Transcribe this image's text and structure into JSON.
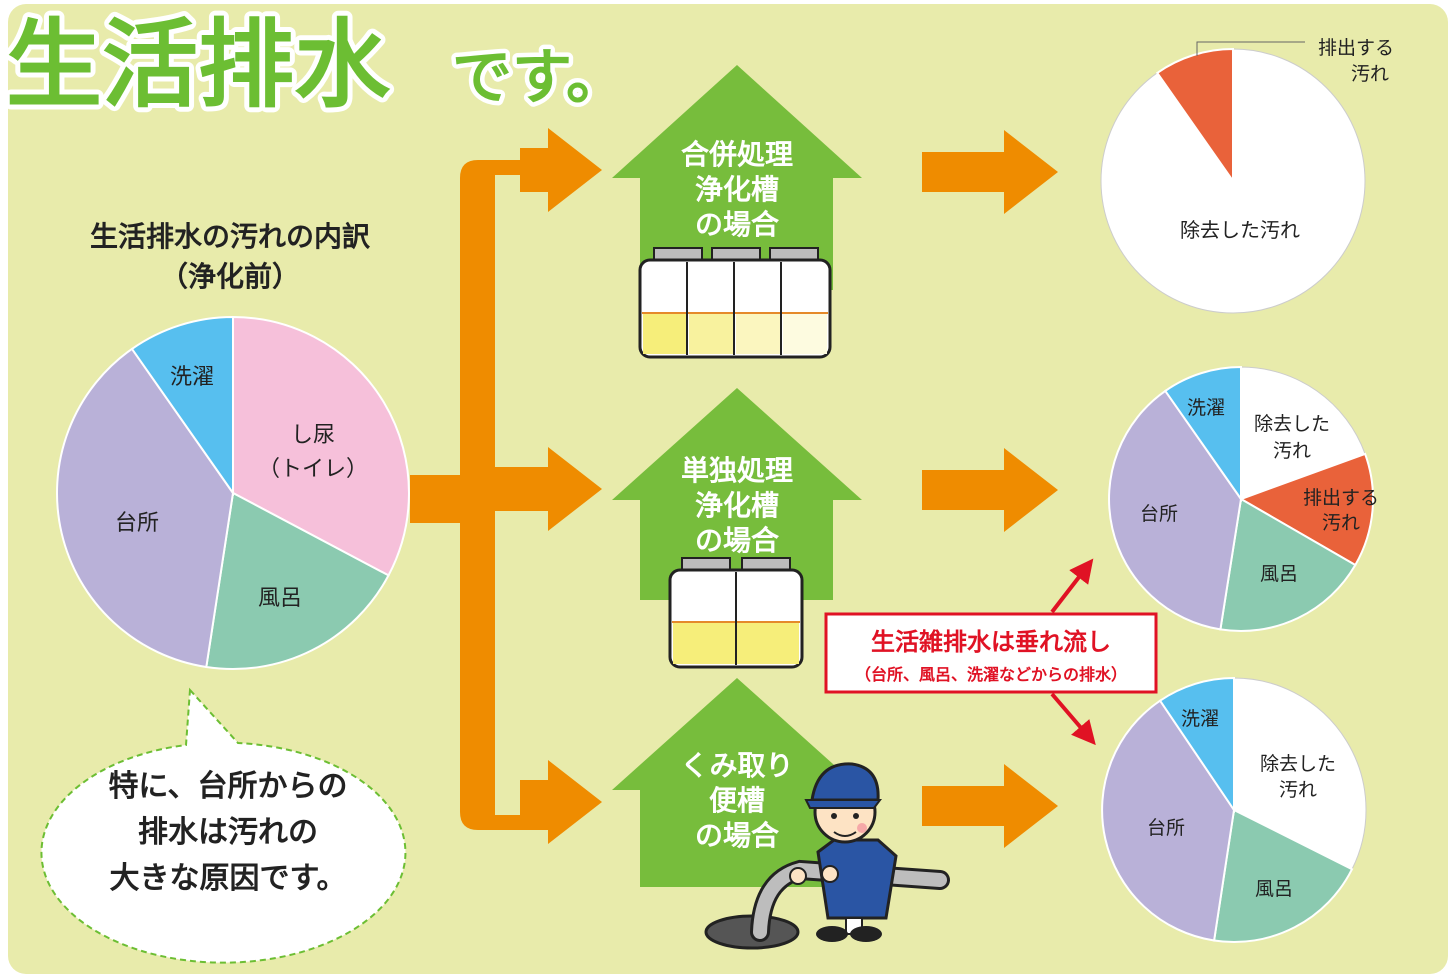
{
  "title": {
    "main": "生活排水",
    "suffix": "です。"
  },
  "breakdown": {
    "line1": "生活排水の汚れの内訳",
    "line2": "（浄化前）"
  },
  "main_pie": {
    "labels": {
      "wash": "洗濯",
      "kitchen": "台所",
      "toilet_1": "し尿",
      "toilet_2": "（トイレ）",
      "bath": "風呂"
    }
  },
  "bubble": {
    "line1": "特に、台所からの",
    "line2": "排水は汚れの",
    "line3": "大きな原因です。"
  },
  "houses": [
    {
      "line1": "合併処理",
      "line2": "浄化槽",
      "line3": "の場合"
    },
    {
      "line1": "単独処理",
      "line2": "浄化槽",
      "line3": "の場合"
    },
    {
      "line1": "くみ取り",
      "line2": "便槽",
      "line3": "の場合"
    }
  ],
  "note": {
    "line1": "生活雑排水は垂れ流し",
    "line2": "（台所、風呂、洗濯などからの排水）"
  },
  "pie1": {
    "removed": "除去した汚れ",
    "emitted_1": "排出する",
    "emitted_2": "汚れ"
  },
  "pie2": {
    "wash": "洗濯",
    "kitchen": "台所",
    "bath": "風呂",
    "removed_1": "除去した",
    "removed_2": "汚れ",
    "emitted_1": "排出する",
    "emitted_2": "汚れ"
  },
  "pie3": {
    "wash": "洗濯",
    "kitchen": "台所",
    "bath": "風呂",
    "removed_1": "除去した",
    "removed_2": "汚れ"
  },
  "colors": {
    "background": "#e8ebab",
    "title_green": "#6cbe33",
    "house_green": "#77bd3c",
    "arrow_orange": "#ef8c00",
    "toilet_pink": "#f6c0da",
    "bath_green": "#8bcab0",
    "kitchen_purple": "#b9b1d8",
    "wash_blue": "#57bfef",
    "emitted_red": "#e9623a",
    "note_red": "#e01224"
  }
}
